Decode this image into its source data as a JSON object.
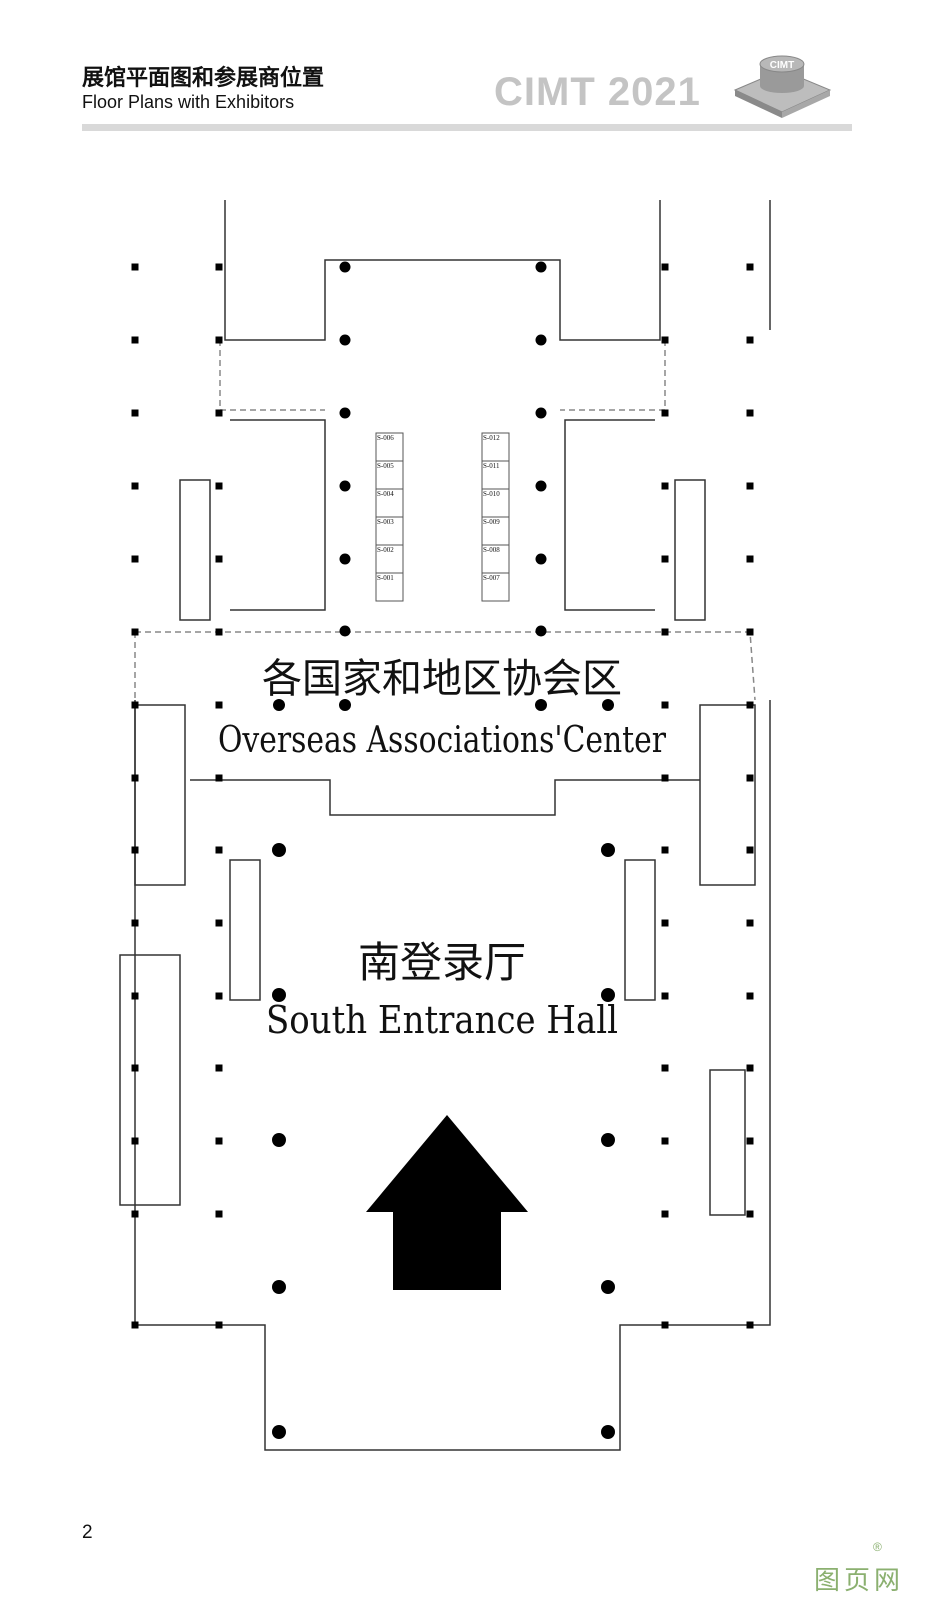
{
  "header": {
    "title_cn": "展馆平面图和参展商位置",
    "title_en": "Floor Plans with Exhibitors",
    "brand": "CIMT 2021",
    "logo_text": "CIMT"
  },
  "zones": [
    {
      "cn": "各国家和地区协会区",
      "en": "Overseas Associations'Center"
    },
    {
      "cn": "南登录厅",
      "en": "South Entrance Hall"
    }
  ],
  "booths_left": [
    "S-006",
    "S-005",
    "S-004",
    "S-003",
    "S-002",
    "S-001"
  ],
  "booths_right": [
    "S-012",
    "S-011",
    "S-010",
    "S-009",
    "S-008",
    "S-007"
  ],
  "page_number": "2",
  "watermark": "图页网",
  "watermark_mark": "®"
}
